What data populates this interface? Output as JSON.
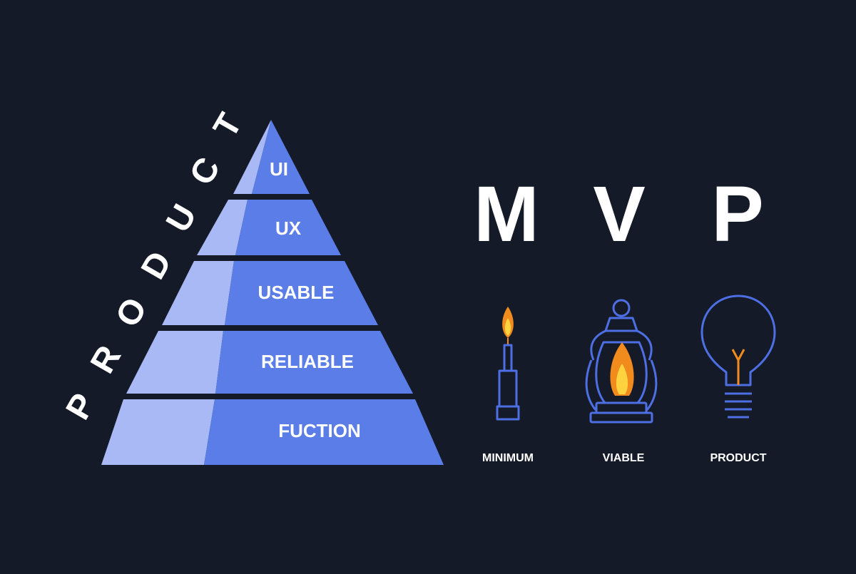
{
  "pyramid": {
    "side_word": "PRODUCT",
    "layers": [
      {
        "label": "UI"
      },
      {
        "label": "UX"
      },
      {
        "label": "USABLE"
      },
      {
        "label": "RELIABLE"
      },
      {
        "label": "FUCTION"
      }
    ]
  },
  "mvp": {
    "letters": [
      "M",
      "V",
      "P"
    ],
    "items": [
      {
        "caption": "MINIMUM",
        "icon": "candle-icon"
      },
      {
        "caption": "VIABLE",
        "icon": "lantern-icon"
      },
      {
        "caption": "PRODUCT",
        "icon": "lightbulb-icon"
      }
    ]
  },
  "colors": {
    "background": "#151a28",
    "pyramid_main": "#5b7de8",
    "pyramid_light": "#a9b9f5",
    "icon_outline": "#4d6fe3",
    "flame_outer": "#f28b1e",
    "flame_inner": "#ffd23f"
  }
}
